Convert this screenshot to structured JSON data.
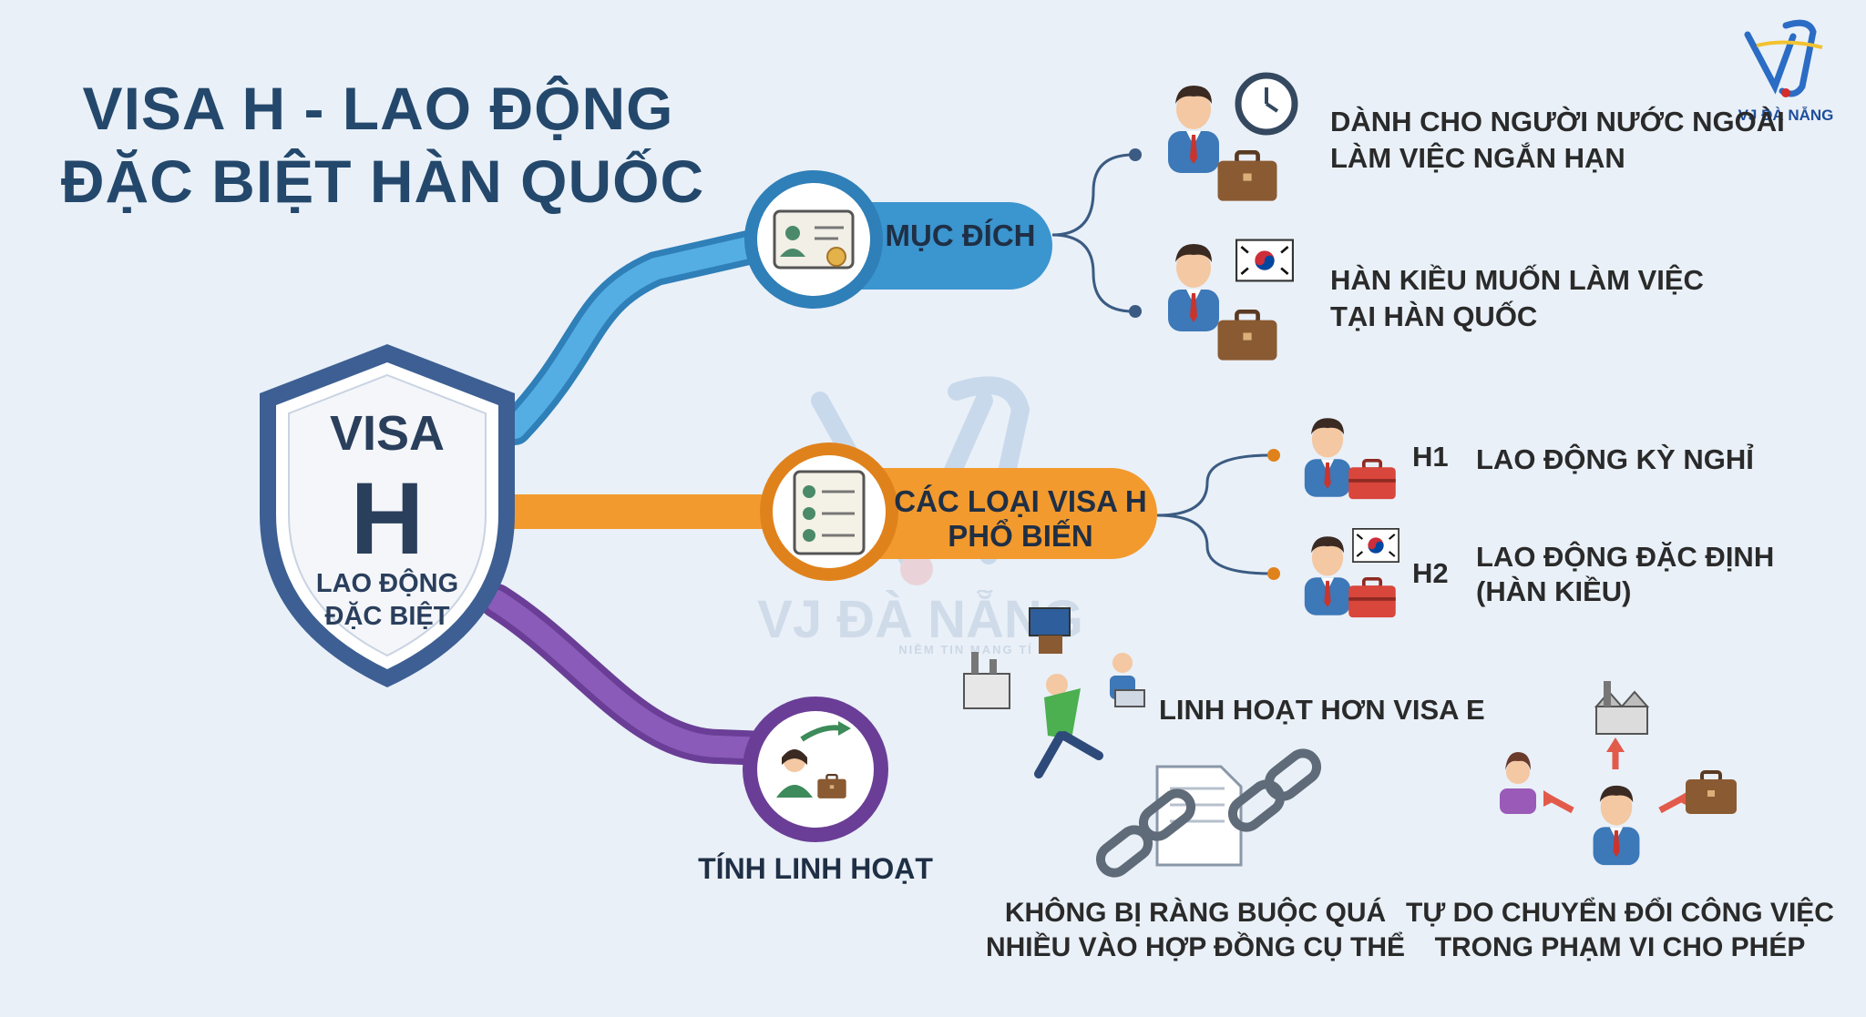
{
  "title": {
    "line1": "VISA H - LAO ĐỘNG",
    "line2": "ĐẶC BIỆT HÀN QUỐC"
  },
  "logo": {
    "text": "VJ ĐÀ NẴNG",
    "icon": "vj-logo-icon"
  },
  "watermark": {
    "text": "VJ ĐÀ NẴNG",
    "subtext": "NIỀM TIN MANG TÍ"
  },
  "center": {
    "line1": "VISA",
    "line2": "H",
    "line3": "LAO ĐỘNG",
    "line4": "ĐẶC BIỆT",
    "icon": "shield-icon"
  },
  "branches": {
    "purpose": {
      "label": "MỤC ĐÍCH",
      "color": "#3b95cf",
      "icon": "id-card-icon",
      "items": [
        {
          "line1": "DÀNH CHO NGƯỜI NƯỚC NGOÀI",
          "line2": "LÀM VIỆC NGẮN HẠN",
          "icon": "worker-clock-icon"
        },
        {
          "line1": "HÀN KIỀU MUỐN LÀM VIỆC",
          "line2": "TẠI HÀN QUỐC",
          "icon": "worker-korea-flag-icon"
        }
      ]
    },
    "types": {
      "label_line1": "CÁC LOẠI VISA H",
      "label_line2": "PHỔ BIẾN",
      "color": "#f29a2e",
      "icon": "document-list-icon",
      "items": [
        {
          "code": "H1",
          "line1": "LAO ĐỘNG KỲ NGHỈ",
          "line2": "",
          "icon": "worker-toolbox-icon"
        },
        {
          "code": "H2",
          "line1": "LAO ĐỘNG ĐẶC ĐỊNH",
          "line2": "(HÀN KIỀU)",
          "icon": "worker-korea-flag-icon"
        }
      ]
    },
    "flexibility": {
      "label": "TÍNH LINH HOẠT",
      "color": "#7b4aa8",
      "icon": "person-arrows-icon",
      "items": [
        {
          "line1": "LINH HOẠT HƠN VISA E",
          "line2": "",
          "icon": "running-person-icon"
        },
        {
          "line1": "KHÔNG BỊ RÀNG BUỘC QUÁ",
          "line2": "NHIỀU VÀO HỢP ĐỒNG CỤ THỂ",
          "icon": "broken-chain-icon"
        },
        {
          "line1": "TỰ DO CHUYỂN ĐỔI CÔNG VIỆC",
          "line2": "TRONG PHẠM VI CHO PHÉP",
          "icon": "job-switch-icon"
        }
      ]
    }
  }
}
